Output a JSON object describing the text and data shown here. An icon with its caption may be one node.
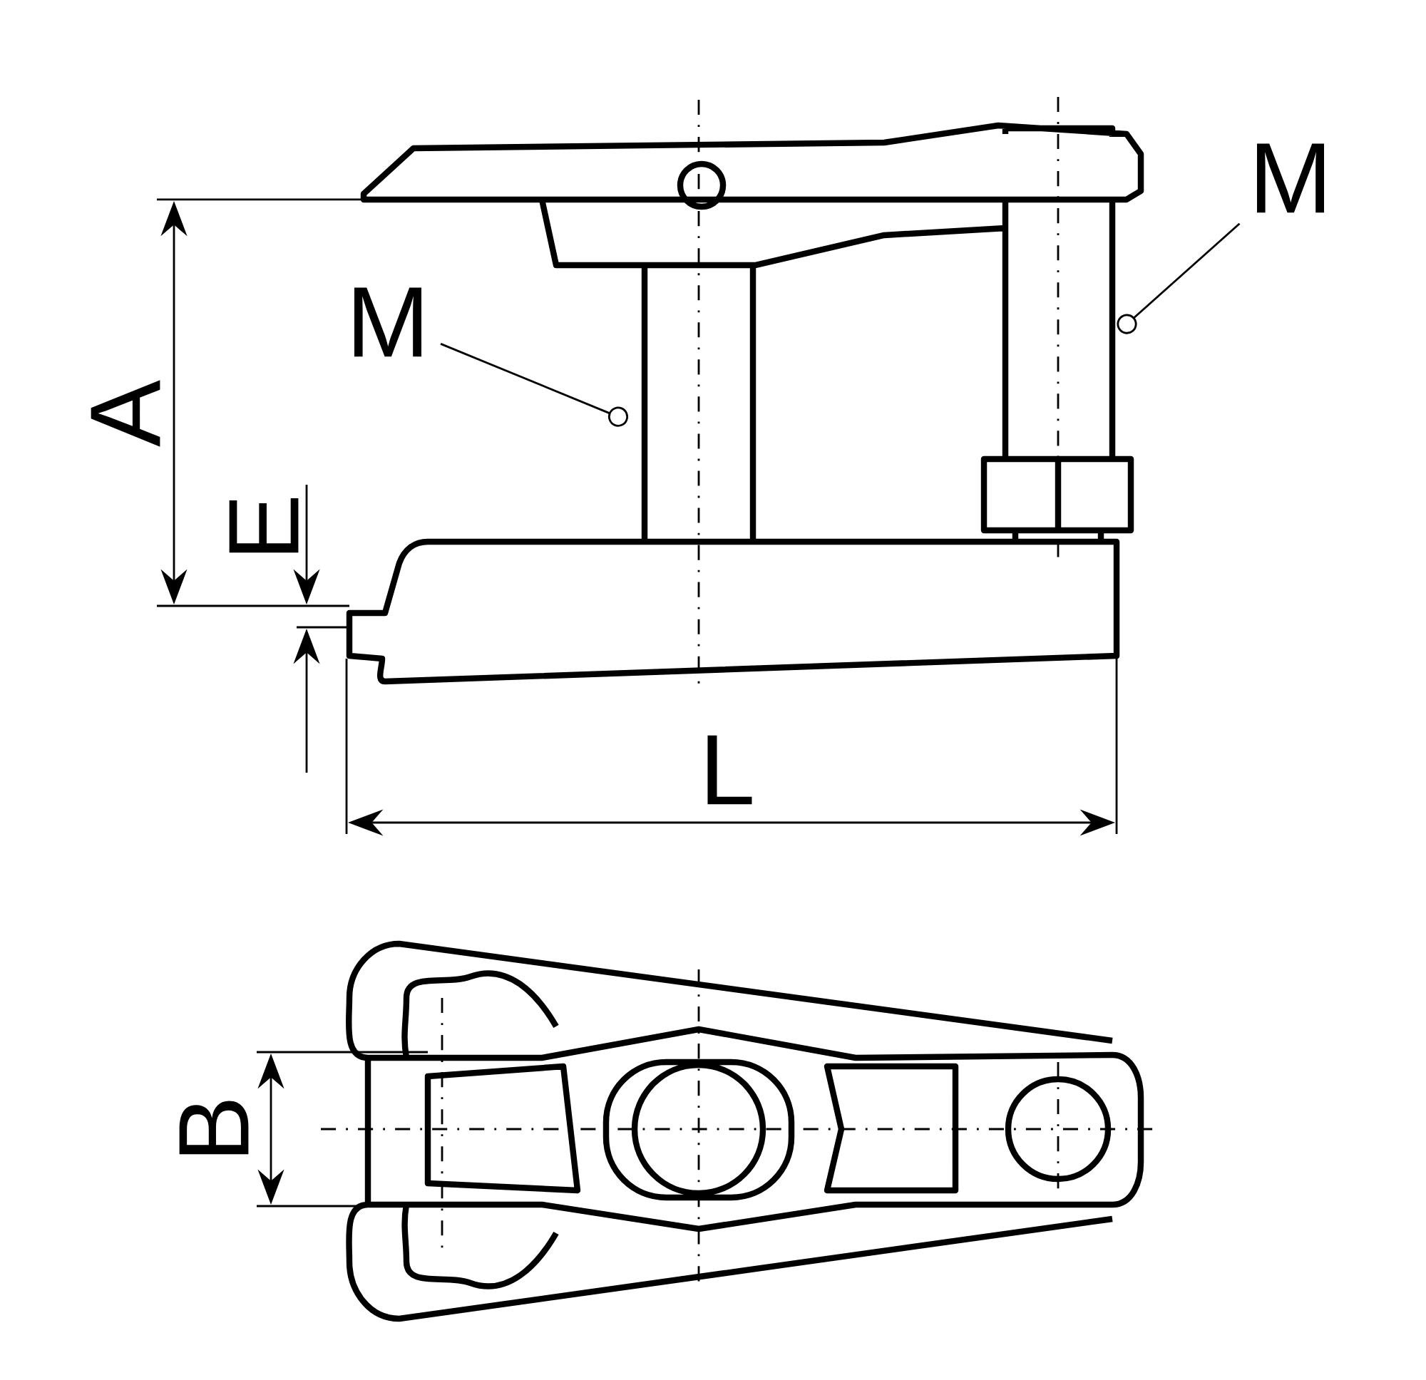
{
  "diagram": {
    "nodes": [
      {
        "text": [
          "M"
        ]
      },
      {
        "text": [
          "M"
        ]
      }
    ],
    "edges": [
      {
        "from": 0,
        "to": null,
        "arrow": "other"
      },
      {
        "from": 1,
        "to": null,
        "arrow": "other"
      }
    ],
    "labels": [
      "A",
      "E",
      "L",
      "B"
    ]
  }
}
